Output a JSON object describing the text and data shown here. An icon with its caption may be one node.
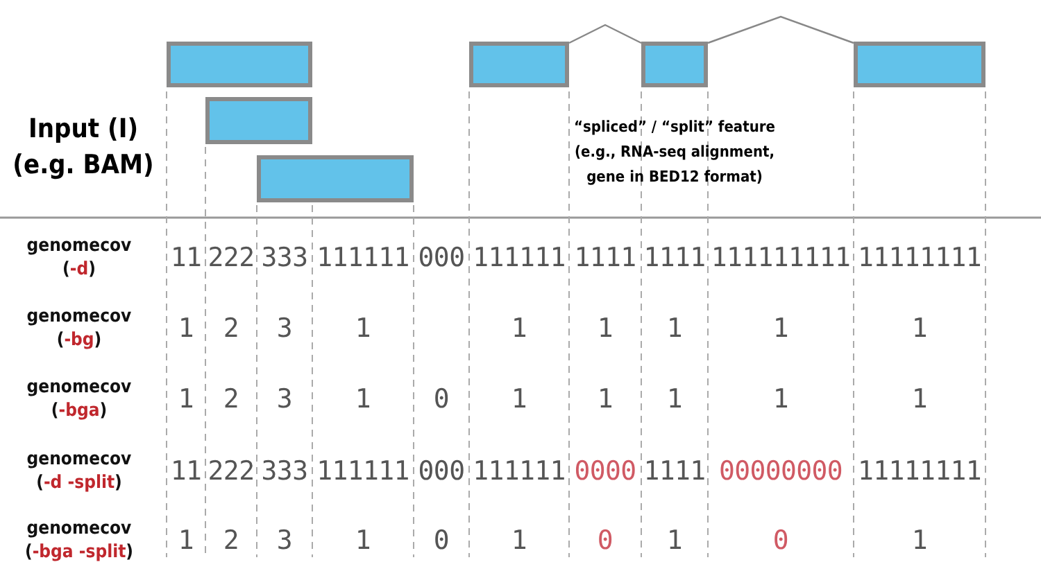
{
  "diagram": {
    "nodes": [
      {
        "text": [],
        "shape": "bar"
      },
      {
        "text": [],
        "shape": "bar"
      },
      {
        "text": [],
        "shape": "bar"
      },
      {
        "text": [],
        "shape": "bar"
      },
      {
        "text": [],
        "shape": "bar"
      },
      {
        "text": [],
        "shape": "bar"
      }
    ],
    "edges": [
      {
        "from": 3,
        "to": 4,
        "arrow": "none"
      },
      {
        "from": 4,
        "to": 5,
        "arrow": "none"
      }
    ],
    "labels": [
      "Input (I) (e.g. BAM)",
      "“spliced” / “split” feature (e.g., RNA-seq alignment, gene in BED12 format)",
      "genomecov (**-d**)",
      "11",
      "222",
      "333",
      "111111",
      "000",
      "111111",
      "1111",
      "1111",
      "111111111",
      "11111111",
      "genomecov (**-bg**)",
      "1",
      "2",
      "3",
      "1",
      "1",
      "1",
      "1",
      "1",
      "1",
      "genomecov (**-bga**)",
      "1",
      "2",
      "3",
      "1",
      "0",
      "1",
      "1",
      "1",
      "1",
      "1",
      "genomecov (**-d -split**)",
      "11",
      "222",
      "333",
      "111111",
      "000",
      "111111",
      "0000",
      "1111",
      "00000000",
      "11111111",
      "genomecov (**-bga -split**)",
      "1",
      "2",
      "3",
      "1",
      "0",
      "1",
      "0",
      "1",
      "0",
      "1"
    ]
  }
}
